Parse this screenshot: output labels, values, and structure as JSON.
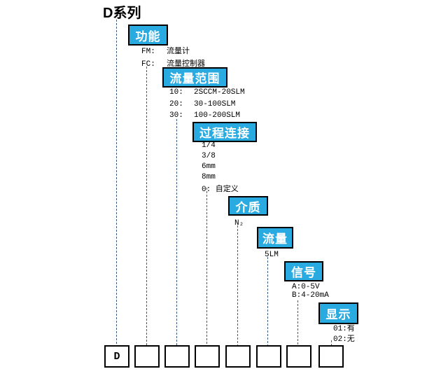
{
  "title": "D系列",
  "series_code": "D",
  "colors": {
    "label_box_bg": "#29ABE2",
    "label_box_text": "#FFFFFF",
    "box_border": "#000000",
    "connector_line": "#3E5C80",
    "text": "#000000"
  },
  "columns": [
    {
      "name": "series",
      "label": null
    },
    {
      "name": "function",
      "label": "功能",
      "options": [
        {
          "code": "FM:",
          "desc": "流量计"
        },
        {
          "code": "FC:",
          "desc": "流量控制器"
        }
      ]
    },
    {
      "name": "flow-range",
      "label": "流量范围",
      "options": [
        {
          "code": "10:",
          "desc": "2SCCM-20SLM"
        },
        {
          "code": "20:",
          "desc": "30-100SLM"
        },
        {
          "code": "30:",
          "desc": "100-200SLM"
        }
      ]
    },
    {
      "name": "process-connection",
      "label": "过程连接",
      "options": [
        "1/4",
        "3/8",
        "6mm",
        "8mm",
        "0: 自定义"
      ]
    },
    {
      "name": "medium",
      "label": "介质",
      "options": [
        "N₂"
      ]
    },
    {
      "name": "flow",
      "label": "流量",
      "options": [
        "5LM"
      ]
    },
    {
      "name": "signal",
      "label": "信号",
      "options": [
        "A:0-5V",
        "B:4-20mA"
      ]
    },
    {
      "name": "display",
      "label": "显示",
      "options": [
        "01:有",
        "02:无"
      ]
    }
  ]
}
